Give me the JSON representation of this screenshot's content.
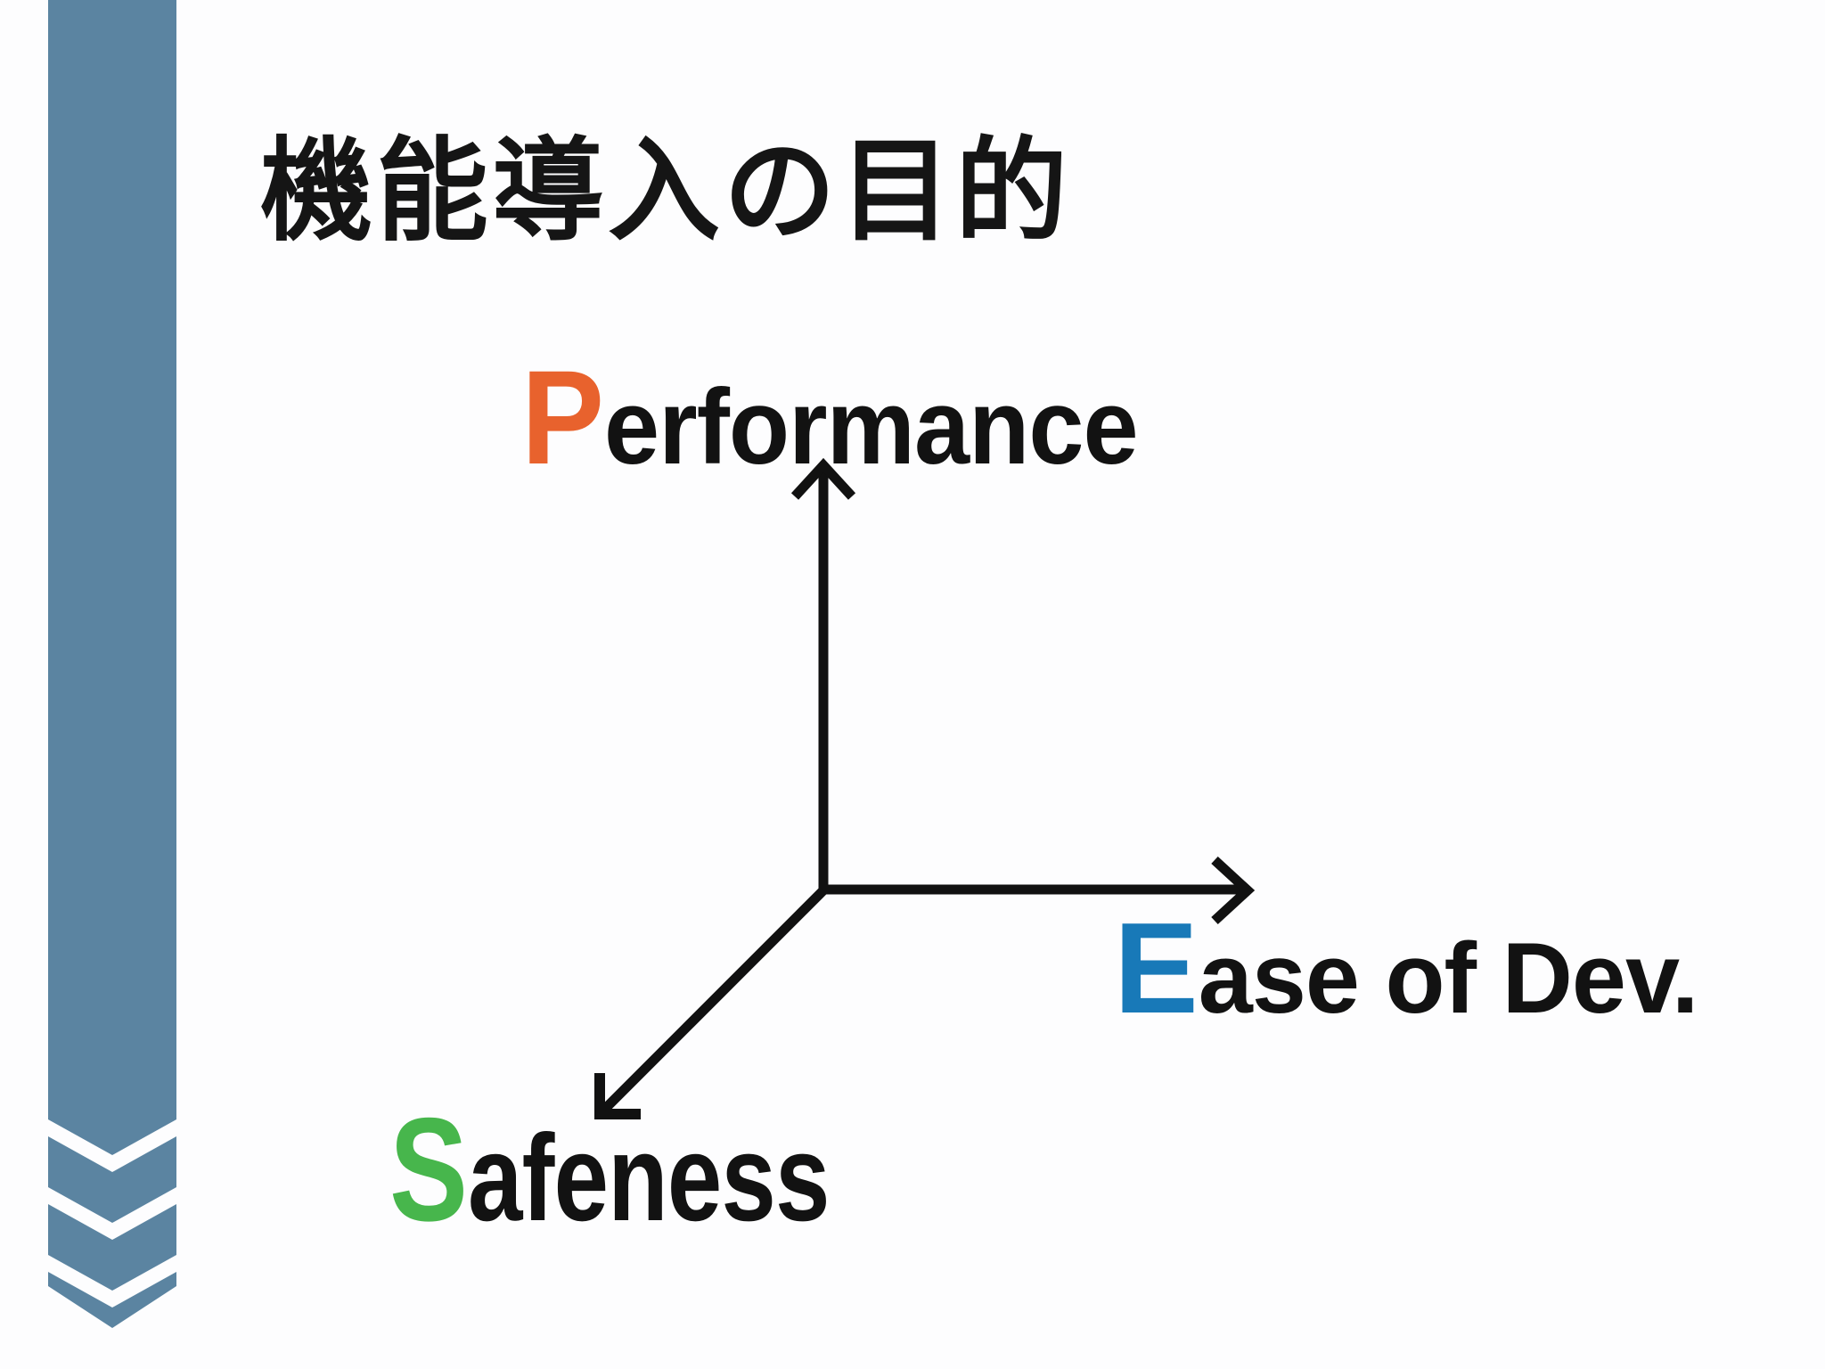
{
  "slide": {
    "title": "機能導入の目的",
    "diagram": {
      "axis_labels": [
        {
          "word": "Performance",
          "initial": "P",
          "rest": "erformance",
          "initial_color": "#E8622D",
          "direction": "up"
        },
        {
          "word": "Ease of Dev.",
          "initial": "E",
          "rest": "ase of Dev.",
          "initial_color": "#1879B8",
          "direction": "right"
        },
        {
          "word": "Safeness",
          "initial": "S",
          "rest": "afeness",
          "initial_color": "#47B64C",
          "direction": "down-left"
        }
      ]
    },
    "colors": {
      "sidebar_accent": "#5B84A1",
      "axis_stroke": "#111111",
      "text": "#121212",
      "background": "#FDFDFE"
    }
  }
}
